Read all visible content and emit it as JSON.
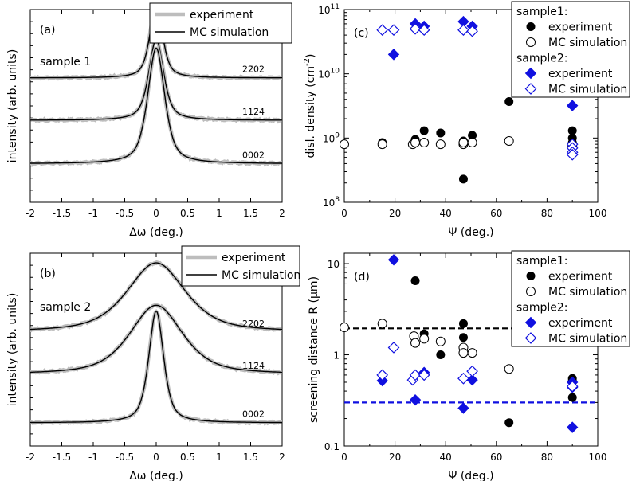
{
  "colors": {
    "experiment_gray": "#bdbdbd",
    "simulation_black": "#000000",
    "sample2_blue": "#1010e0",
    "frame": "#000000"
  },
  "chart_data": [
    {
      "id": "a",
      "type": "line",
      "panel_label": "(a)",
      "sample_label": "sample 1",
      "xlabel": "Δω (deg.)",
      "ylabel": "intensity (arb. units)",
      "xlim": [
        -2,
        2
      ],
      "xticks": [
        "-2",
        "-1.5",
        "-1",
        "-0.5",
        "0",
        "0.5",
        "1",
        "1.5",
        "2"
      ],
      "legend": [
        "experiment",
        "MC simulation"
      ],
      "series": [
        {
          "reflection_parts": [
            "2",
            "2̄",
            "0",
            "2"
          ],
          "baseline": 0.355,
          "amplitude": 0.38,
          "hwhm": 0.12
        },
        {
          "reflection_parts": [
            "1",
            "1",
            "2̄",
            "4"
          ],
          "baseline": 0.575,
          "amplitude": 0.42,
          "hwhm": 0.14
        },
        {
          "reflection_parts": [
            "0",
            "0",
            "0",
            "2"
          ],
          "baseline": 0.8,
          "amplitude": 0.6,
          "hwhm": 0.16
        }
      ]
    },
    {
      "id": "b",
      "type": "line",
      "panel_label": "(b)",
      "sample_label": "sample 2",
      "xlabel": "Δω (deg.)",
      "ylabel": "intensity (arb. units)",
      "xlim": [
        -2,
        2
      ],
      "xticks": [
        "-2",
        "-1.5",
        "-1",
        "-0.5",
        "0",
        "0.5",
        "1",
        "1.5",
        "2"
      ],
      "legend": [
        "experiment",
        "MC simulation"
      ],
      "series": [
        {
          "reflection_parts": [
            "2",
            "2̄",
            "0",
            "2"
          ],
          "baseline": 0.41,
          "amplitude": 0.36,
          "hwhm": 0.55
        },
        {
          "reflection_parts": [
            "1",
            "1",
            "2̄",
            "4"
          ],
          "baseline": 0.63,
          "amplitude": 0.36,
          "hwhm": 0.5
        },
        {
          "reflection_parts": [
            "0",
            "0",
            "0",
            "2"
          ],
          "baseline": 0.88,
          "amplitude": 0.58,
          "hwhm": 0.14
        }
      ]
    },
    {
      "id": "c",
      "type": "scatter",
      "panel_label": "(c)",
      "xlabel": "Ψ (deg.)",
      "ylabel_main": "disl. density (cm",
      "ylabel_sup": "-2",
      "ylabel_end": ")",
      "xlim": [
        0,
        100
      ],
      "ylim": [
        100000000.0,
        100000000000.0
      ],
      "yscale": "log",
      "xticks": [
        "0",
        "20",
        "40",
        "60",
        "80",
        "100"
      ],
      "yticks": [
        {
          "base": "10",
          "exp": "8"
        },
        {
          "base": "10",
          "exp": "9"
        },
        {
          "base": "10",
          "exp": "10"
        },
        {
          "base": "10",
          "exp": "11"
        }
      ],
      "legend_groups": [
        "sample1:",
        "sample2:"
      ],
      "legend_items": [
        "experiment",
        "MC simulation",
        "experiment",
        "MC simulation"
      ],
      "series": [
        {
          "name": "experiment",
          "group": "sample1",
          "marker": "circle-filled",
          "x": [
            15,
            28,
            31.5,
            38,
            47,
            47,
            50.5,
            65,
            90,
            90,
            90
          ],
          "y": [
            850000000.0,
            950000000.0,
            1300000000.0,
            1200000000.0,
            230000000.0,
            900000000.0,
            1100000000.0,
            3700000000.0,
            1300000000.0,
            1000000000.0,
            850000000.0
          ]
        },
        {
          "name": "MC simulation",
          "group": "sample1",
          "marker": "circle-open",
          "x": [
            0,
            15,
            27,
            28,
            31.5,
            38,
            47,
            47,
            50.5,
            65,
            90,
            90
          ],
          "y": [
            800000000.0,
            800000000.0,
            800000000.0,
            850000000.0,
            850000000.0,
            800000000.0,
            800000000.0,
            850000000.0,
            850000000.0,
            900000000.0,
            800000000.0,
            750000000.0
          ]
        },
        {
          "name": "experiment",
          "group": "sample2",
          "marker": "diamond-filled",
          "x": [
            19.5,
            28,
            31.5,
            47,
            50.5,
            90
          ],
          "y": [
            20000000000.0,
            60000000000.0,
            55000000000.0,
            65000000000.0,
            55000000000.0,
            3200000000.0
          ]
        },
        {
          "name": "MC simulation",
          "group": "sample2",
          "marker": "diamond-open",
          "x": [
            15,
            19.5,
            28,
            31.5,
            47,
            50.5,
            90,
            90,
            90,
            90
          ],
          "y": [
            48000000000.0,
            48000000000.0,
            50000000000.0,
            48000000000.0,
            48000000000.0,
            46000000000.0,
            800000000.0,
            700000000.0,
            600000000.0,
            550000000.0
          ]
        }
      ]
    },
    {
      "id": "d",
      "type": "scatter",
      "panel_label": "(d)",
      "xlabel": "Ψ (deg.)",
      "ylabel": "screening distance R (μm)",
      "xlim": [
        0,
        100
      ],
      "ylim": [
        0.1,
        13
      ],
      "yscale": "log",
      "xticks": [
        "0",
        "20",
        "40",
        "60",
        "80",
        "100"
      ],
      "yticks": [
        "0.1",
        "1",
        "10"
      ],
      "legend_groups": [
        "sample1:",
        "sample2:"
      ],
      "legend_items": [
        "experiment",
        "MC simulation",
        "experiment",
        "MC simulation"
      ],
      "reference_lines": [
        {
          "y": 1.95,
          "color": "#000000"
        },
        {
          "y": 0.3,
          "color": "#1010e0"
        }
      ],
      "series": [
        {
          "name": "experiment",
          "group": "sample1",
          "marker": "circle-filled",
          "x": [
            28,
            31.5,
            38,
            47,
            47,
            65,
            90,
            90,
            90
          ],
          "y": [
            6.5,
            1.7,
            1.0,
            2.2,
            1.55,
            0.18,
            0.55,
            0.52,
            0.34
          ]
        },
        {
          "name": "MC simulation",
          "group": "sample1",
          "marker": "circle-open",
          "x": [
            0,
            15,
            27.5,
            28,
            31.5,
            38,
            47,
            47,
            50.5,
            65
          ],
          "y": [
            2.0,
            2.2,
            1.6,
            1.35,
            1.5,
            1.4,
            1.2,
            1.05,
            1.05,
            0.7
          ]
        },
        {
          "name": "experiment",
          "group": "sample2",
          "marker": "diamond-filled",
          "x": [
            15,
            19.5,
            28,
            31.5,
            47,
            50.5,
            90,
            90,
            90
          ],
          "y": [
            0.52,
            11,
            0.32,
            0.64,
            0.26,
            0.53,
            0.5,
            0.44,
            0.16
          ]
        },
        {
          "name": "MC simulation",
          "group": "sample2",
          "marker": "diamond-open",
          "x": [
            15,
            19.5,
            27,
            28,
            31.5,
            47,
            50.5,
            90
          ],
          "y": [
            0.6,
            1.2,
            0.53,
            0.6,
            0.6,
            0.55,
            0.66,
            0.45
          ]
        }
      ]
    }
  ]
}
